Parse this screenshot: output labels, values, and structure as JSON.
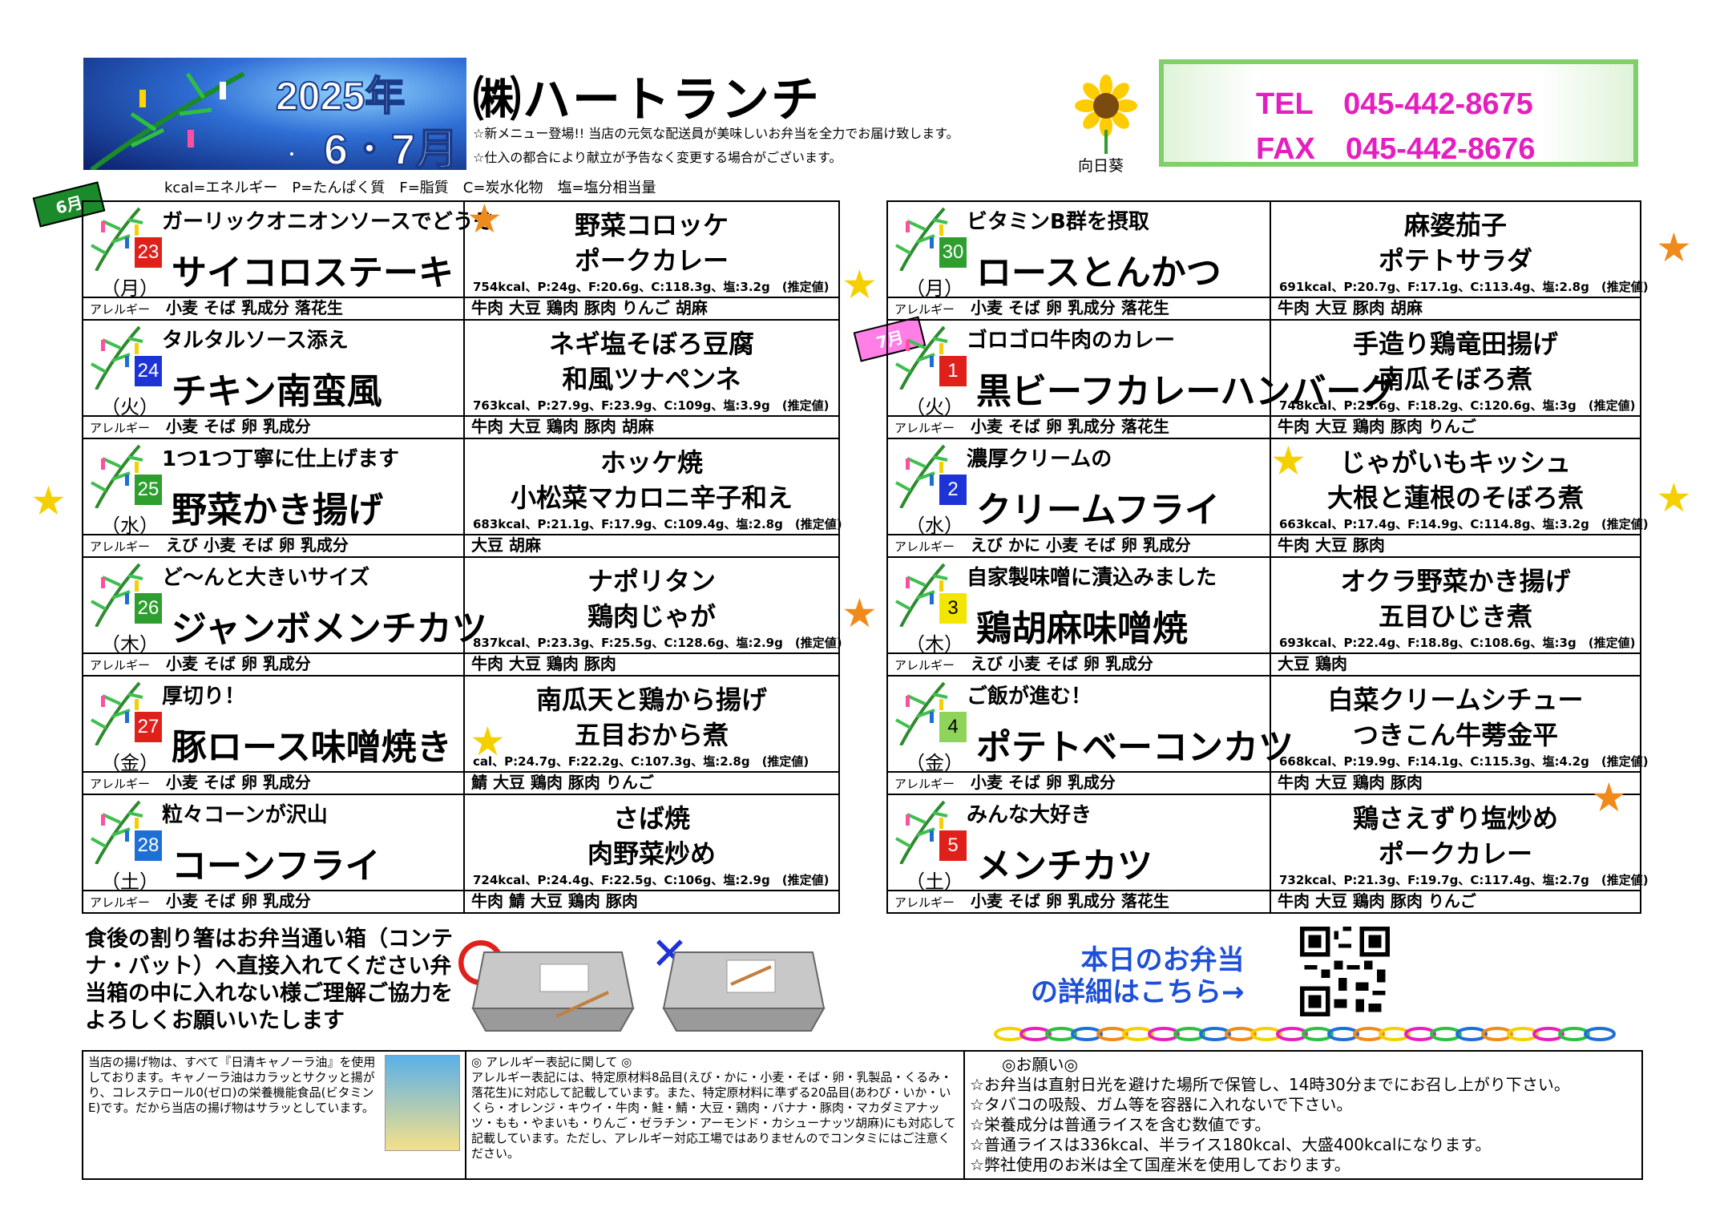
{
  "header": {
    "year": "2025年",
    "months": "6・7月",
    "company": "㈱ハートランチ",
    "notes": [
      "☆新メニュー登場!! 当店の元気な配送員が美味しいお弁当を全力でお届け致します。",
      "☆仕入の都合により献立が予告なく変更する場合がございます。"
    ],
    "legend": "kcal=エネルギー　P=たんぱく質　F=脂質　C=炭水化物　塩=塩分相当量",
    "sunflower": "向日葵",
    "tel": "TEL　045-442-8675",
    "fax": "FAX　045-442-8676"
  },
  "allergy_label": "アレルギー",
  "month_tags": {
    "june": "6月",
    "july": "7月"
  },
  "left": [
    {
      "day": "23",
      "dow": "（月）",
      "color": "#e0201b",
      "tag": "ガーリックオニオンソースでどうぞ",
      "main": "サイコロステーキ",
      "s1": "野菜コロッケ",
      "s2": "ポークカレー",
      "nut": "754kcal、P:24g、F:20.6g、C:118.3g、塩:3.2g　(推定値)",
      "a1": "小麦 そば 乳成分 落花生",
      "a2": "牛肉 大豆 鶏肉 豚肉 りんご 胡麻"
    },
    {
      "day": "24",
      "dow": "（火）",
      "color": "#1d33d6",
      "tag": "タルタルソース添え",
      "main": "チキン南蛮風",
      "s1": "ネギ塩そぼろ豆腐",
      "s2": "和風ツナペンネ",
      "nut": "763kcal、P:27.9g、F:23.9g、C:109g、塩:3.9g　(推定値)",
      "a1": "小麦 そば 卵 乳成分",
      "a2": "牛肉 大豆 鶏肉 豚肉 胡麻"
    },
    {
      "day": "25",
      "dow": "（水）",
      "color": "#2e9e2e",
      "tag": "1つ1つ丁寧に仕上げます",
      "main": "野菜かき揚げ",
      "s1": "ホッケ焼",
      "s2": "小松菜マカロニ辛子和え",
      "nut": "683kcal、P:21.1g、F:17.9g、C:109.4g、塩:2.8g　(推定値)",
      "a1": "えび 小麦 そば 卵 乳成分",
      "a2": "大豆 胡麻"
    },
    {
      "day": "26",
      "dow": "（木）",
      "color": "#2e9e2e",
      "tag": "ど～んと大きいサイズ",
      "main": "ジャンボメンチカツ",
      "s1": "ナポリタン",
      "s2": "鶏肉じゃが",
      "nut": "837kcal、P:23.3g、F:25.5g、C:128.6g、塩:2.9g　(推定値)",
      "a1": "小麦 そば 卵 乳成分",
      "a2": "牛肉 大豆 鶏肉 豚肉"
    },
    {
      "day": "27",
      "dow": "（金）",
      "color": "#e0201b",
      "tag": "厚切り！",
      "main": "豚ロース味噌焼き",
      "s1": "南瓜天と鶏から揚げ",
      "s2": "五目おから煮",
      "nut": "cal、P:24.7g、F:22.2g、C:107.3g、塩:2.8g　(推定値)",
      "a1": "小麦 そば 卵 乳成分",
      "a2": "鯖 大豆 鶏肉 豚肉 りんご"
    },
    {
      "day": "28",
      "dow": "（土）",
      "color": "#1d6fd6",
      "tag": "粒々コーンが沢山",
      "main": "コーンフライ",
      "s1": "さば焼",
      "s2": "肉野菜炒め",
      "nut": "724kcal、P:24.4g、F:22.5g、C:106g、塩:2.9g　(推定値)",
      "a1": "小麦 そば 卵 乳成分",
      "a2": "牛肉 鯖 大豆 鶏肉 豚肉"
    }
  ],
  "right": [
    {
      "day": "30",
      "dow": "（月）",
      "color": "#2e9e2e",
      "tag": "ビタミンB群を摂取",
      "main": "ロースとんかつ",
      "s1": "麻婆茄子",
      "s2": "ポテトサラダ",
      "nut": "691kcal、P:20.7g、F:17.1g、C:113.4g、塩:2.8g　(推定値)",
      "a1": "小麦 そば 卵 乳成分 落花生",
      "a2": "牛肉 大豆 豚肉 胡麻"
    },
    {
      "day": "1",
      "dow": "（火）",
      "color": "#e0201b",
      "tag": "ゴロゴロ牛肉のカレー",
      "main": "黒ビーフカレーハンバーグ",
      "s1": "手造り鶏竜田揚げ",
      "s2": "南瓜そぼろ煮",
      "nut": "748kcal、P:25.6g、F:18.2g、C:120.6g、塩:3g　(推定値)",
      "a1": "小麦 そば 卵 乳成分 落花生",
      "a2": "牛肉 大豆 鶏肉 豚肉 りんご"
    },
    {
      "day": "2",
      "dow": "（水）",
      "color": "#1d33d6",
      "tag": "濃厚クリームの",
      "main": "クリームフライ",
      "s1": "じゃがいもキッシュ",
      "s2": "大根と蓮根のそぼろ煮",
      "nut": "663kcal、P:17.4g、F:14.9g、C:114.8g、塩:3.2g　(推定値)",
      "a1": "えび かに 小麦 そば 卵 乳成分",
      "a2": "牛肉 大豆 豚肉"
    },
    {
      "day": "3",
      "dow": "（木）",
      "color": "#f2e600",
      "tag": "自家製味噌に漬込みました",
      "main": "鶏胡麻味噌焼",
      "s1": "オクラ野菜かき揚げ",
      "s2": "五目ひじき煮",
      "nut": "693kcal、P:22.4g、F:18.8g、C:108.6g、塩:3g　(推定値)",
      "a1": "えび 小麦 そば 卵 乳成分",
      "a2": "大豆 鶏肉"
    },
    {
      "day": "4",
      "dow": "（金）",
      "color": "#8fd45a",
      "tag": "ご飯が進む！",
      "main": "ポテトベーコンカツ",
      "s1": "白菜クリームシチュー",
      "s2": "つきこん牛蒡金平",
      "nut": "668kcal、P:19.9g、F:14.1g、C:115.3g、塩:4.2g　(推定値)",
      "a1": "小麦 そば 卵 乳成分",
      "a2": "牛肉 大豆 鶏肉 豚肉"
    },
    {
      "day": "5",
      "dow": "（土）",
      "color": "#e0201b",
      "tag": "みんな大好き",
      "main": "メンチカツ",
      "s1": "鶏さえずり塩炒め",
      "s2": "ポークカレー",
      "nut": "732kcal、P:21.3g、F:19.7g、C:117.4g、塩:2.7g　(推定値)",
      "a1": "小麦 そば 卵 乳成分 落花生",
      "a2": "牛肉 大豆 鶏肉 豚肉 りんご"
    }
  ],
  "chopsticks": {
    "text": "食後の割り箸はお弁当通い箱（コンテナ・バット）へ直接入れてください弁当箱の中に入れない様ご理解ご協力をよろしくお願いいたします",
    "ok": "〇",
    "ng": "✕"
  },
  "qr_text": [
    "本日のお弁当",
    "の詳細はこちら→"
  ],
  "footer": {
    "col1": "当店の揚げ物は、すべて『日清キャノーラ油』を使用しております。キャノーラ油はカラッとサクッと揚がり、コレステロール0(ゼロ)の栄養機能食品(ビタミンE)です。だから当店の揚げ物はサラッとしています。",
    "col2_title": "◎ アレルギー表記に関して ◎",
    "col2": "アレルギー表記には、特定原材料8品目(えび・かに・小麦・そば・卵・乳製品・くるみ・落花生)に対応して記載しています。また、特定原材料に準ずる20品目(あわび・いか・いくら・オレンジ・キウイ・牛肉・鮭・鯖・大豆・鶏肉・バナナ・豚肉・マカダミアナッツ・もも・やまいも・りんご・ゼラチン・アーモンド・カシューナッツ胡麻)にも対応して記載しています。ただし、アレルギー対応工場ではありませんのでコンタミにはご注意ください。",
    "col3_title": "◎お願い◎",
    "col3": [
      "☆お弁当は直射日光を避けた場所で保管し、14時30分までにお召し上がり下さい。",
      "☆タバコの吸殻、ガム等を容器に入れないで下さい。",
      "☆栄養成分は普通ライスを含む数値です。",
      "☆普通ライスは336kcal、半ライス180kcal、大盛400kcalになります。",
      "☆弊社使用のお米は全て国産米を使用しております。"
    ]
  }
}
